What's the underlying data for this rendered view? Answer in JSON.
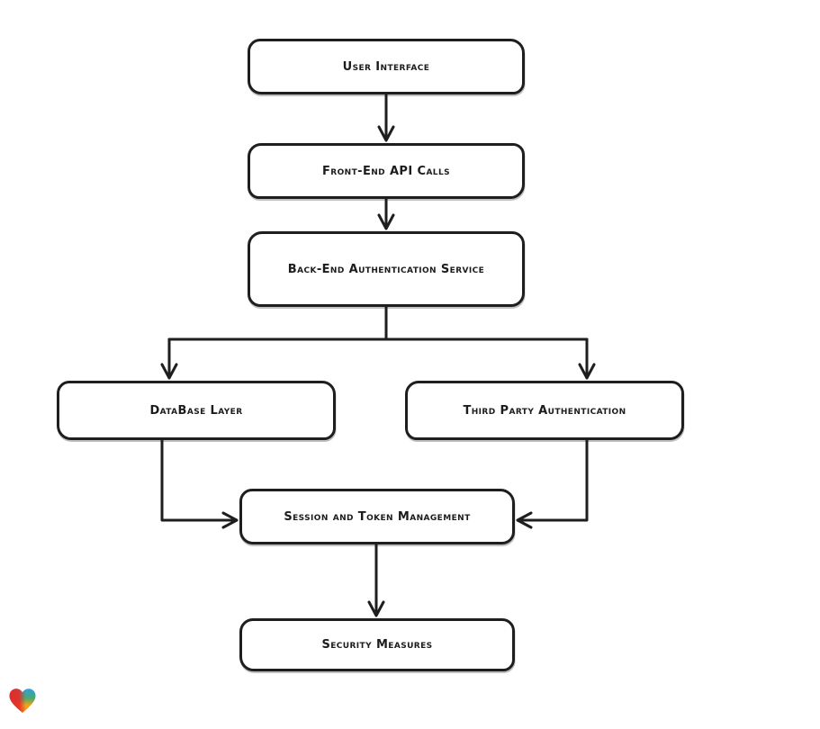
{
  "canvas": {
    "background": "#ffffff"
  },
  "diagram": {
    "style": {
      "stroke_color": "#1e1e1e",
      "node_fill": "#ffffff",
      "text_color": "#1c1c1c"
    },
    "nodes": [
      {
        "id": "user-interface",
        "label": "User Interface"
      },
      {
        "id": "front-end-api-calls",
        "label": "Front-End API Calls"
      },
      {
        "id": "back-end-authentication-service",
        "label": "Back-End Authentication Service"
      },
      {
        "id": "database-layer",
        "label": "DataBase Layer"
      },
      {
        "id": "third-party-authentication",
        "label": "Third Party Authentication"
      },
      {
        "id": "session-and-token-management",
        "label": "Session and Token Management"
      },
      {
        "id": "security-measures",
        "label": "Security Measures"
      }
    ],
    "edges": [
      {
        "from": "user-interface",
        "to": "front-end-api-calls"
      },
      {
        "from": "front-end-api-calls",
        "to": "back-end-authentication-service"
      },
      {
        "from": "back-end-authentication-service",
        "to": "database-layer"
      },
      {
        "from": "back-end-authentication-service",
        "to": "third-party-authentication"
      },
      {
        "from": "database-layer",
        "to": "session-and-token-management"
      },
      {
        "from": "third-party-authentication",
        "to": "session-and-token-management"
      },
      {
        "from": "session-and-token-management",
        "to": "security-measures"
      }
    ]
  },
  "footer": {
    "logo": {
      "name": "gradient-heart-logo",
      "colors": {
        "red": "#e62a28",
        "blue": "#2e9fe2",
        "green": "#4aaa6a",
        "orange": "#f2911c"
      }
    }
  }
}
